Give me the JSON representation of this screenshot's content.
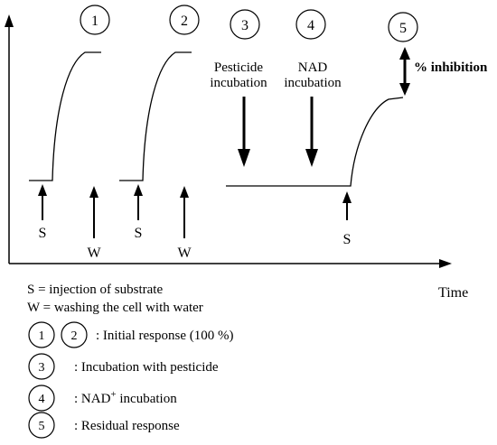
{
  "steps": [
    {
      "num": "1"
    },
    {
      "num": "2"
    },
    {
      "num": "3",
      "label_lines": [
        "Pesticide",
        "incubation"
      ]
    },
    {
      "num": "4",
      "label_lines": [
        "NAD",
        "incubation"
      ]
    },
    {
      "num": "5"
    }
  ],
  "markers": {
    "s": "S",
    "w": "W"
  },
  "inhibition_label": "% inhibition",
  "time_label": "Time",
  "legend": {
    "s_def": "S = injection of substrate",
    "w_def": "W = washing the cell with water",
    "items": [
      {
        "nums": [
          "1",
          "2"
        ],
        "text": ": Initial response (100 %)"
      },
      {
        "nums": [
          "3"
        ],
        "text": ": Incubation with pesticide"
      },
      {
        "nums": [
          "4"
        ],
        "text_main": ": NAD",
        "text_sup": "+",
        "text_tail": " incubation"
      },
      {
        "nums": [
          "5"
        ],
        "text": ": Residual response"
      }
    ]
  }
}
